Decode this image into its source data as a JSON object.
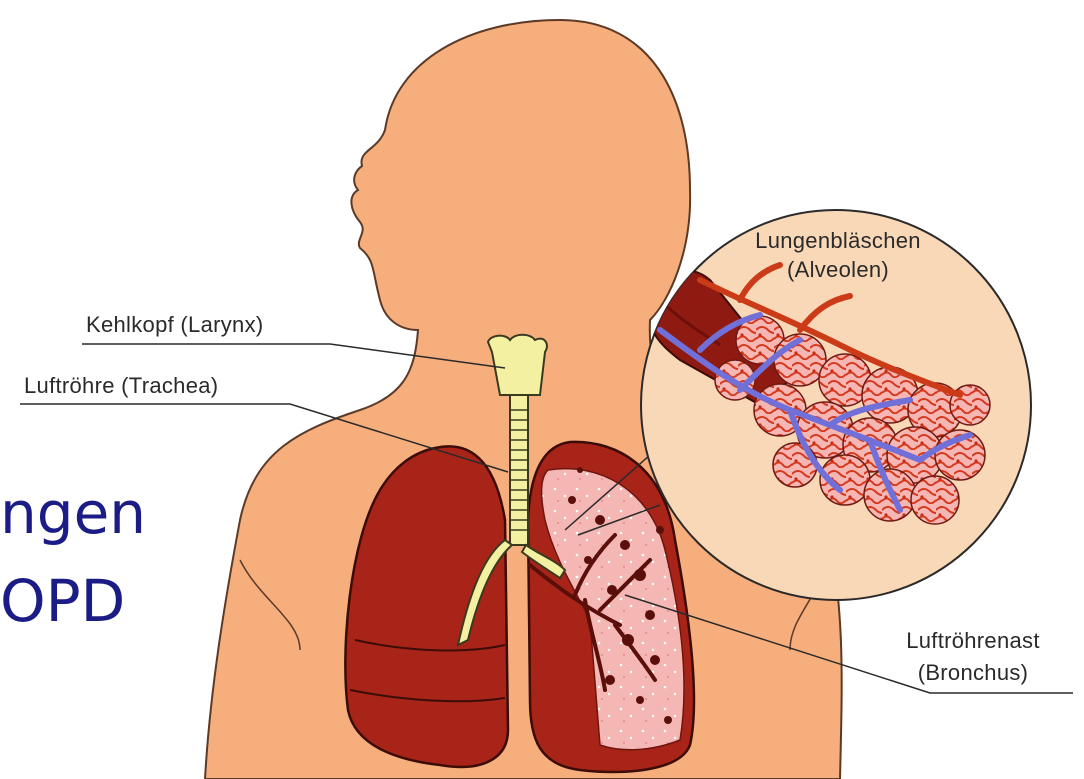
{
  "labels": {
    "larynx": "Kehlkopf (Larynx)",
    "trachea": "Luftröhre (Trachea)",
    "alveoli_line1": "Lungenbläschen",
    "alveoli_line2": "(Alveolen)",
    "bronchus_line1": "Luftröhrenast",
    "bronchus_line2": "(Bronchus)"
  },
  "overlay_text": {
    "line1": "ngen",
    "line2": "OPD"
  },
  "colors": {
    "skin": "#f7ae7d",
    "skin_outline": "#5b3a28",
    "lung": "#a82418",
    "lung_dark": "#7d1610",
    "lung_tissue": "#f2b0ad",
    "trachea": "#f4f0a2",
    "vein": "#7070d8",
    "artery": "#cc3b17",
    "overlay_text": "#1c1c86",
    "label_text": "#2a2a2a"
  }
}
